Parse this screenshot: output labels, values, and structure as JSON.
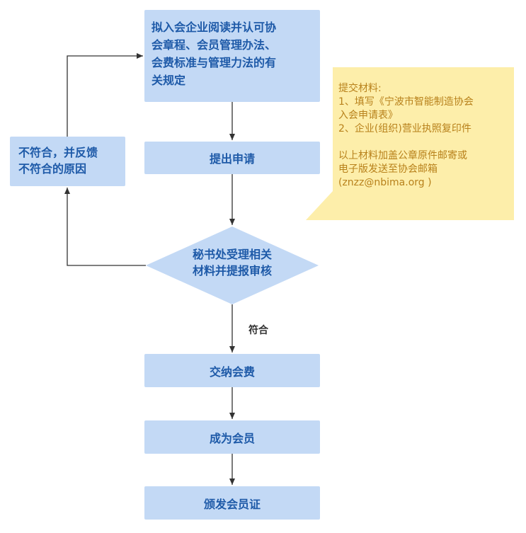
{
  "colors": {
    "box_fill": "#c3d9f5",
    "box_text": "#1e5aa8",
    "note_fill": "#fdeeaa",
    "note_text": "#b8811b",
    "connector": "#333333"
  },
  "steps": {
    "read_rules": {
      "lines": [
        "拟入会企业阅读并认可协",
        "会章程、会员管理办法、",
        "会费标准与管理力法的有",
        "关规定"
      ]
    },
    "submit": "提出申请",
    "review": {
      "lines": [
        "秘书处受理相关",
        "材料并提报审核"
      ]
    },
    "pay_fee": "交纳会费",
    "become_member": "成为会员",
    "issue_cert": "颁发会员证"
  },
  "feedback": {
    "lines": [
      "不符合，并反馈",
      "不符合的原因"
    ]
  },
  "edge_labels": {
    "pass": "符合"
  },
  "note": {
    "heading": "提交材料:",
    "items": [
      "1、填写《宁波市智能制造协会",
      "入会申请表》",
      "2、企业(组织)营业执照复印件"
    ],
    "footer": [
      "以上材料加盖公章原件邮寄或",
      "电子版发送至协会邮箱",
      "(znzz@nbima.org )"
    ]
  }
}
